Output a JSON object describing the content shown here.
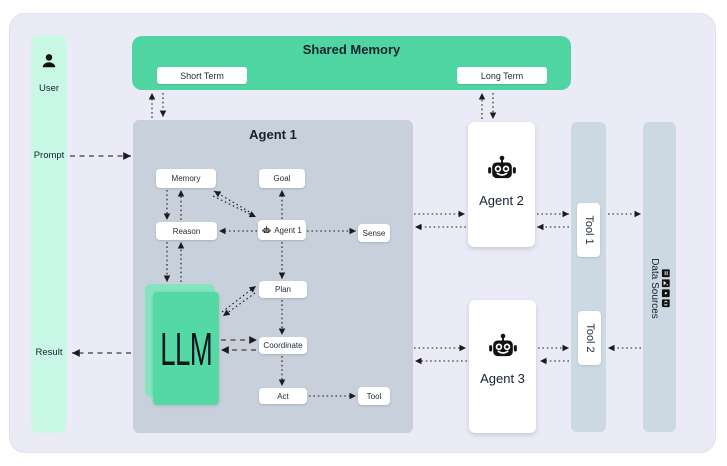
{
  "diagram": {
    "user_lane": {
      "user": "User",
      "prompt": "Prompt",
      "result": "Result"
    },
    "shared_memory": {
      "title": "Shared Memory",
      "short_term": "Short Term",
      "long_term": "Long Term"
    },
    "agent1": {
      "title": "Agent 1",
      "memory": "Memory",
      "goal": "Goal",
      "reason": "Reason",
      "self": "Agent 1",
      "sense": "Sense",
      "plan": "Plan",
      "coordinate": "Coordinate",
      "act": "Act",
      "tool": "Tool",
      "llm": "LLM"
    },
    "agent2": {
      "label": "Agent 2"
    },
    "agent3": {
      "label": "Agent 3"
    },
    "tools": {
      "tool1": "Tool 1",
      "tool2": "Tool 2"
    },
    "data_sources": {
      "label": "Data Sources",
      "icons": [
        "database-icon",
        "image-icon",
        "document-icon",
        "code-icon"
      ]
    },
    "colors": {
      "canvas_bg": "#ebebf7",
      "memory_green": "#4fd5a2",
      "llm_front_green": "#55d9a4",
      "llm_back_green": "#85e4c0",
      "user_lane_mint": "#c9f8e6",
      "agent1_panel_gray": "#c8d1db",
      "lane_gray": "#cdd9e2",
      "node_bg": "#ffffff",
      "arrow_dark": "#222222"
    }
  }
}
